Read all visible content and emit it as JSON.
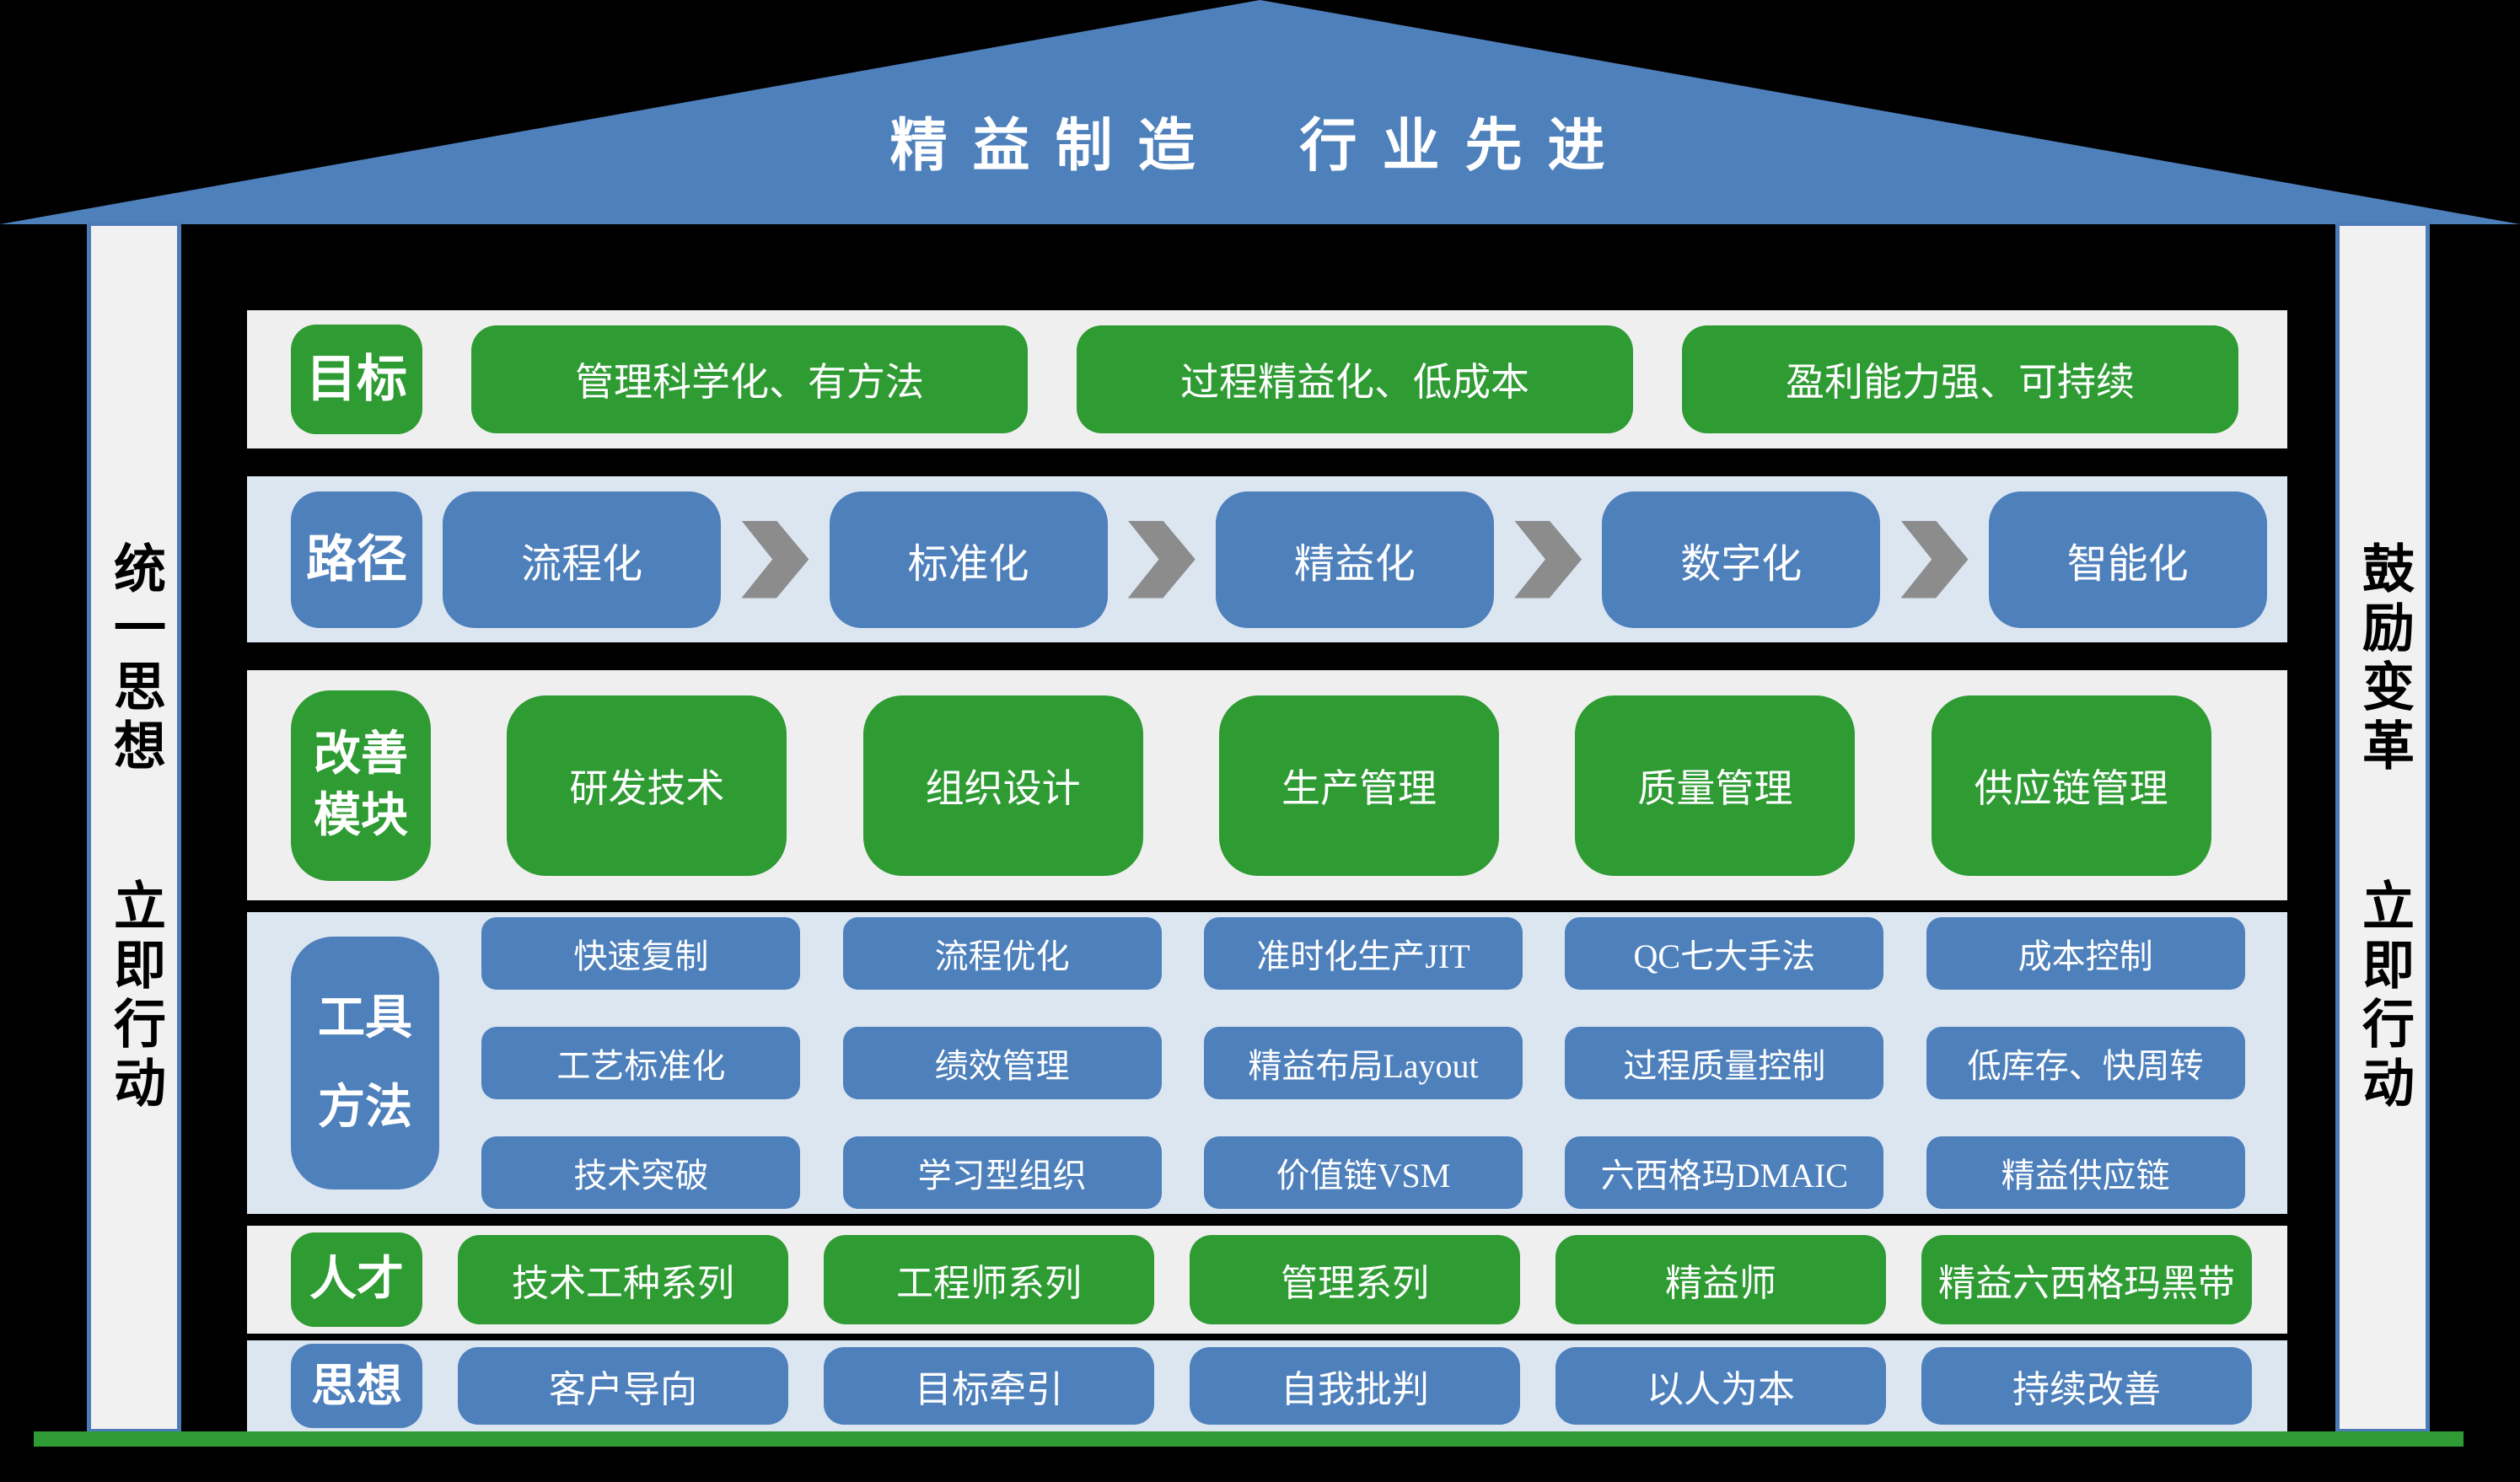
{
  "roof": {
    "title": "精益制造  行业先进"
  },
  "pillars": {
    "left": [
      "统一思想",
      "立即行动"
    ],
    "right": [
      "鼓励变革",
      "立即行动"
    ]
  },
  "rows": [
    {
      "id": "goals",
      "bg": "light",
      "accent": "green",
      "label_lines": [
        "目标"
      ],
      "items": [
        "管理科学化、有方法",
        "过程精益化、低成本",
        "盈利能力强、可持续"
      ]
    },
    {
      "id": "path",
      "bg": "blue",
      "accent": "blue",
      "arrows": true,
      "label_lines": [
        "路径"
      ],
      "items": [
        "流程化",
        "标准化",
        "精益化",
        "数字化",
        "智能化"
      ]
    },
    {
      "id": "modules",
      "bg": "light",
      "accent": "green",
      "label_lines": [
        "改善",
        "模块"
      ],
      "items": [
        "研发技术",
        "组织设计",
        "生产管理",
        "质量管理",
        "供应链管理"
      ]
    },
    {
      "id": "tools",
      "bg": "blue",
      "accent": "blue",
      "label_lines": [
        "工具",
        "方法"
      ],
      "columns": [
        [
          "快速复制",
          "工艺标准化",
          "技术突破"
        ],
        [
          "流程优化",
          "绩效管理",
          "学习型组织"
        ],
        [
          "准时化生产JIT",
          "精益布局Layout",
          "价值链VSM"
        ],
        [
          "QC七大手法",
          "过程质量控制",
          "六西格玛DMAIC"
        ],
        [
          "成本控制",
          "低库存、快周转",
          "精益供应链"
        ]
      ]
    },
    {
      "id": "talent",
      "bg": "light",
      "accent": "green",
      "label_lines": [
        "人才"
      ],
      "items": [
        "技术工种系列",
        "工程师系列",
        "管理系列",
        "精益师",
        "精益六西格玛黑带"
      ]
    },
    {
      "id": "mindset",
      "bg": "blue",
      "accent": "blue",
      "label_lines": [
        "思想"
      ],
      "items": [
        "客户导向",
        "目标牵引",
        "自我批判",
        "以人为本",
        "持续改善"
      ]
    }
  ],
  "colors": {
    "roof_blue": "#4E80BC",
    "button_blue": "#4E80BC",
    "button_green": "#2E9B33",
    "row_bg_light": "#EFEFEF",
    "row_bg_blue": "#DCE6F1",
    "arrow_gray": "#8C8C8C",
    "ground_green": "#2F9B35",
    "pillar_fill": "#F1F1F2",
    "pillar_border": "#4C7CB8"
  }
}
